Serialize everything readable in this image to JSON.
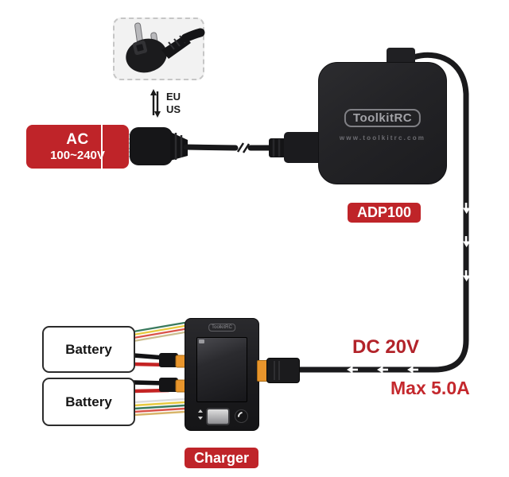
{
  "diagram": {
    "plug_selector": {
      "eu_label": "EU",
      "us_label": "US",
      "arrow_icon": "up-down-arrow"
    },
    "ac_label": {
      "title": "AC",
      "subtitle": "100~240V"
    },
    "adapter": {
      "brand": "ToolkitRC",
      "website": "www.toolkitrc.com",
      "model_label": "ADP100"
    },
    "output": {
      "voltage_label": "DC 20V",
      "current_label": "Max 5.0A"
    },
    "charger": {
      "brand": "ToolkitRC",
      "label": "Charger"
    },
    "batteries": [
      {
        "label": "Battery"
      },
      {
        "label": "Battery"
      }
    ],
    "colors": {
      "label_red": "#bf2429",
      "voltage_text_red": "#b2232a",
      "current_text_red": "#c4282d",
      "adapter_black": "#232326",
      "cable_black": "#1a1a1c",
      "xt60_orange": "#e8952c"
    }
  }
}
